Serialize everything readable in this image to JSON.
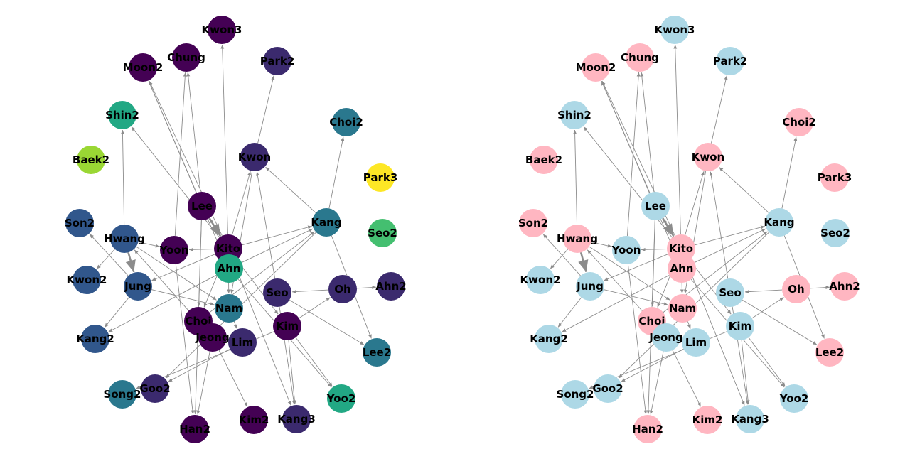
{
  "panels": [
    {
      "id": "left",
      "coloring": "community",
      "nodes": [
        {
          "label": "Kwon3",
          "color": "#440154"
        },
        {
          "label": "Moon2",
          "color": "#440154"
        },
        {
          "label": "Chung",
          "color": "#440154"
        },
        {
          "label": "Park2",
          "color": "#3b2a6e"
        },
        {
          "label": "Shin2",
          "color": "#22a884"
        },
        {
          "label": "Choi2",
          "color": "#2a788e"
        },
        {
          "label": "Baek2",
          "color": "#9ad734"
        },
        {
          "label": "Kwon",
          "color": "#3b2a6e"
        },
        {
          "label": "Park3",
          "color": "#fde725"
        },
        {
          "label": "Lee",
          "color": "#440154"
        },
        {
          "label": "Son2",
          "color": "#31578c"
        },
        {
          "label": "Hwang",
          "color": "#31578c"
        },
        {
          "label": "Kang",
          "color": "#2a788e"
        },
        {
          "label": "Seo2",
          "color": "#44bf70"
        },
        {
          "label": "Yoon",
          "color": "#440154"
        },
        {
          "label": "Kito",
          "color": "#440154"
        },
        {
          "label": "Ahn",
          "color": "#22a884"
        },
        {
          "label": "Kwon2",
          "color": "#31578c"
        },
        {
          "label": "Jung",
          "color": "#31578c"
        },
        {
          "label": "Seo",
          "color": "#3b2a6e"
        },
        {
          "label": "Oh",
          "color": "#3b2a6e"
        },
        {
          "label": "Ahn2",
          "color": "#3b2a6e"
        },
        {
          "label": "Nam",
          "color": "#2a788e"
        },
        {
          "label": "Choi",
          "color": "#440154"
        },
        {
          "label": "Kim",
          "color": "#440154"
        },
        {
          "label": "Jeong",
          "color": "#440154"
        },
        {
          "label": "Lim",
          "color": "#3b2a6e"
        },
        {
          "label": "Kang2",
          "color": "#31578c"
        },
        {
          "label": "Lee2",
          "color": "#2a788e"
        },
        {
          "label": "Goo2",
          "color": "#3b2a6e"
        },
        {
          "label": "Song2",
          "color": "#2a788e"
        },
        {
          "label": "Yoo2",
          "color": "#22a884"
        },
        {
          "label": "Han2",
          "color": "#440154"
        },
        {
          "label": "Kim2",
          "color": "#440154"
        },
        {
          "label": "Kang3",
          "color": "#3b2a6e"
        }
      ]
    },
    {
      "id": "right",
      "coloring": "binary",
      "nodes": [
        {
          "label": "Kwon3",
          "color": "#add8e6"
        },
        {
          "label": "Moon2",
          "color": "#ffb6c1"
        },
        {
          "label": "Chung",
          "color": "#ffb6c1"
        },
        {
          "label": "Park2",
          "color": "#add8e6"
        },
        {
          "label": "Shin2",
          "color": "#add8e6"
        },
        {
          "label": "Choi2",
          "color": "#ffb6c1"
        },
        {
          "label": "Baek2",
          "color": "#ffb6c1"
        },
        {
          "label": "Kwon",
          "color": "#ffb6c1"
        },
        {
          "label": "Park3",
          "color": "#ffb6c1"
        },
        {
          "label": "Lee",
          "color": "#add8e6"
        },
        {
          "label": "Son2",
          "color": "#ffb6c1"
        },
        {
          "label": "Hwang",
          "color": "#ffb6c1"
        },
        {
          "label": "Kang",
          "color": "#add8e6"
        },
        {
          "label": "Seo2",
          "color": "#add8e6"
        },
        {
          "label": "Yoon",
          "color": "#add8e6"
        },
        {
          "label": "Kito",
          "color": "#ffb6c1"
        },
        {
          "label": "Ahn",
          "color": "#ffb6c1"
        },
        {
          "label": "Kwon2",
          "color": "#add8e6"
        },
        {
          "label": "Jung",
          "color": "#add8e6"
        },
        {
          "label": "Seo",
          "color": "#add8e6"
        },
        {
          "label": "Oh",
          "color": "#ffb6c1"
        },
        {
          "label": "Ahn2",
          "color": "#ffb6c1"
        },
        {
          "label": "Nam",
          "color": "#ffb6c1"
        },
        {
          "label": "Choi",
          "color": "#ffb6c1"
        },
        {
          "label": "Kim",
          "color": "#add8e6"
        },
        {
          "label": "Jeong",
          "color": "#add8e6"
        },
        {
          "label": "Lim",
          "color": "#add8e6"
        },
        {
          "label": "Kang2",
          "color": "#add8e6"
        },
        {
          "label": "Lee2",
          "color": "#ffb6c1"
        },
        {
          "label": "Goo2",
          "color": "#add8e6"
        },
        {
          "label": "Song2",
          "color": "#add8e6"
        },
        {
          "label": "Yoo2",
          "color": "#add8e6"
        },
        {
          "label": "Han2",
          "color": "#ffb6c1"
        },
        {
          "label": "Kim2",
          "color": "#ffb6c1"
        },
        {
          "label": "Kang3",
          "color": "#add8e6"
        }
      ]
    }
  ],
  "edges": [
    [
      "Kito",
      "Kwon3"
    ],
    [
      "Kito",
      "Moon2"
    ],
    [
      "Kito",
      "Shin2"
    ],
    [
      "Kito",
      "Kang"
    ],
    [
      "Kito",
      "Kwon"
    ],
    [
      "Kito",
      "Choi"
    ],
    [
      "Kito",
      "Jung"
    ],
    [
      "Kito",
      "Yoon"
    ],
    [
      "Kito",
      "Lee"
    ],
    [
      "Kito",
      "Kang3"
    ],
    [
      "Kito",
      "Kim"
    ],
    [
      "Kito",
      "Nam"
    ],
    [
      "Lee",
      "Kito"
    ],
    [
      "Lee",
      "Chung"
    ],
    [
      "Lee",
      "Moon2"
    ],
    [
      "Lee",
      "Choi"
    ],
    [
      "Lee",
      "Han2"
    ],
    [
      "Hwang",
      "Shin2"
    ],
    [
      "Hwang",
      "Kwon2"
    ],
    [
      "Hwang",
      "Yoon"
    ],
    [
      "Hwang",
      "Jung"
    ],
    [
      "Hwang",
      "Nam"
    ],
    [
      "Jung",
      "Son2"
    ],
    [
      "Jung",
      "Kang2"
    ],
    [
      "Jung",
      "Nam"
    ],
    [
      "Yoon",
      "Chung"
    ],
    [
      "Yoon",
      "Han2"
    ],
    [
      "Kwon",
      "Park2"
    ],
    [
      "Kwon",
      "Nam"
    ],
    [
      "Kang",
      "Kwon"
    ],
    [
      "Kang",
      "Choi2"
    ],
    [
      "Kang",
      "Lee2"
    ],
    [
      "Kang",
      "Goo2"
    ],
    [
      "Seo",
      "Kwon"
    ],
    [
      "Seo",
      "Lee2"
    ],
    [
      "Seo",
      "Kang3"
    ],
    [
      "Oh",
      "Seo"
    ],
    [
      "Oh",
      "Ahn2"
    ],
    [
      "Kim",
      "Oh"
    ],
    [
      "Kim",
      "Yoo2"
    ],
    [
      "Kim",
      "Kang3"
    ],
    [
      "Kim",
      "Song2"
    ],
    [
      "Ahn",
      "Kang"
    ],
    [
      "Ahn",
      "Yoo2"
    ],
    [
      "Ahn",
      "Kang2"
    ],
    [
      "Ahn",
      "Moon2"
    ],
    [
      "Nam",
      "Lim"
    ],
    [
      "Jeong",
      "Hwang"
    ],
    [
      "Jeong",
      "Kim2"
    ],
    [
      "Jeong",
      "Han2"
    ],
    [
      "Choi",
      "Jeong"
    ],
    [
      "Choi",
      "Kang"
    ],
    [
      "Lim",
      "Goo2"
    ]
  ],
  "bold_edges": [
    [
      "Hwang",
      "Jung"
    ],
    [
      "Lee",
      "Kito"
    ]
  ]
}
